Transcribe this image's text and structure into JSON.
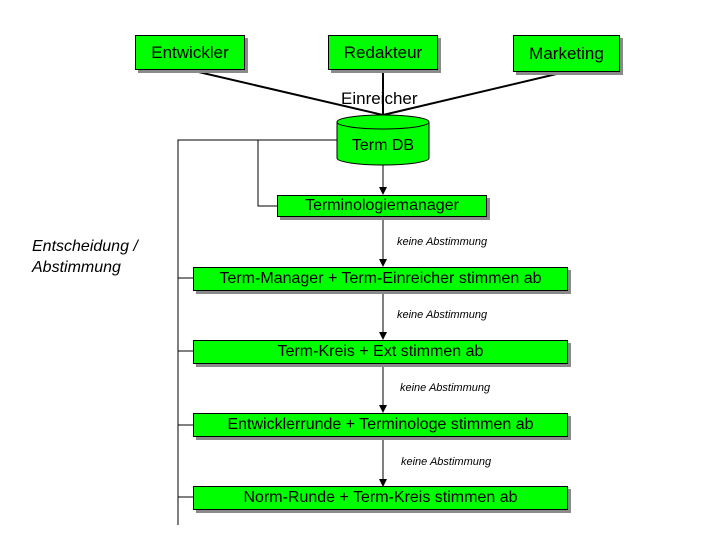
{
  "sources": {
    "developer": "Entwickler",
    "editor": "Redakteur",
    "marketing": "Marketing"
  },
  "submitter_label": "Einreicher",
  "database": "Term DB",
  "stages": [
    "Terminologiemanager",
    "Term-Manager + Term-Einreicher stimmen ab",
    "Term-Kreis + Ext stimmen ab",
    "Entwicklerrunde + Terminologe stimmen ab",
    "Norm-Runde + Term-Kreis stimmen ab"
  ],
  "no_agreement_label": "keine Abstimmung",
  "side_label": {
    "line1": "Entscheidung /",
    "line2": "Abstimmung"
  },
  "colors": {
    "box_fill": "#00ff00",
    "db_fill": "#00ff00",
    "lines": "#000000",
    "shadow": "#8a8a8a"
  }
}
